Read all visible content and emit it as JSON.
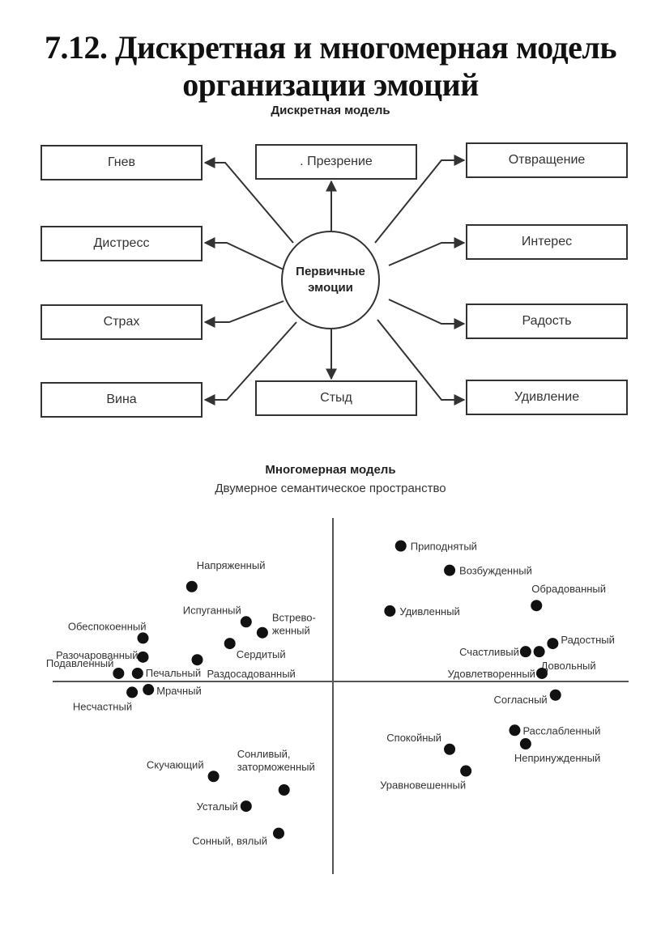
{
  "title": {
    "line1": "7.12. Дискретная и многомерная модель",
    "line2": "организации эмоций"
  },
  "discrete_model": {
    "heading": "Дискретная модель",
    "center": {
      "line1": "Первичные",
      "line2": "эмоции"
    },
    "emotions": {
      "anger": "Гнев",
      "contempt": ". Презрение",
      "disgust": "Отвращение",
      "distress": "Дистресс",
      "interest": "Интерес",
      "fear": "Страх",
      "joy": "Радость",
      "guilt": "Вина",
      "shame": "Стыд",
      "surprise": "Удивление"
    }
  },
  "multidimensional_model": {
    "heading": "Многомерная модель",
    "subheading": "Двумерное семантическое пространство"
  },
  "chart_data": {
    "type": "scatter",
    "title": "Многомерная модель",
    "subtitle": "Двумерное семантическое пространство",
    "xlabel": "",
    "ylabel": "",
    "xlim": [
      -10,
      10
    ],
    "ylim": [
      -7,
      5.5
    ],
    "grid": false,
    "axes": "crosshair at origin",
    "points": [
      {
        "label": "Приподнятый",
        "x": 2.5,
        "y": 5.0
      },
      {
        "label": "Возбужденный",
        "x": 4.3,
        "y": 4.1
      },
      {
        "label": "Напряженный",
        "x": -5.2,
        "y": 3.5
      },
      {
        "label": "Обрадованный",
        "x": 7.5,
        "y": 2.8
      },
      {
        "label": "Удивленный",
        "x": 2.1,
        "y": 2.6
      },
      {
        "label": "Испуганный",
        "x": -3.2,
        "y": 2.2
      },
      {
        "label": "Встревоженный",
        "x": -2.6,
        "y": 1.8
      },
      {
        "label": "Обеспокоенный",
        "x": -7.0,
        "y": 1.6
      },
      {
        "label": "Сердитый",
        "x": -3.8,
        "y": 1.4
      },
      {
        "label": "Радостный",
        "x": 8.1,
        "y": 1.4
      },
      {
        "label": "Счастливый",
        "x": 7.1,
        "y": 1.1
      },
      {
        "label": "Довольный",
        "x": 7.6,
        "y": 1.1
      },
      {
        "label": "Разочарованный",
        "x": -7.0,
        "y": 0.9
      },
      {
        "label": "Раздосадованный",
        "x": -5.0,
        "y": 0.8
      },
      {
        "label": "Подавленный",
        "x": -7.9,
        "y": 0.3
      },
      {
        "label": "Печальный",
        "x": -7.2,
        "y": 0.3
      },
      {
        "label": "Удовлетворенный",
        "x": 7.7,
        "y": 0.3
      },
      {
        "label": "Мрачный",
        "x": -6.8,
        "y": -0.3
      },
      {
        "label": "Несчастный",
        "x": -7.4,
        "y": -0.4
      },
      {
        "label": "Согласный",
        "x": 8.2,
        "y": -0.5
      },
      {
        "label": "Расслабленный",
        "x": 6.7,
        "y": -1.8
      },
      {
        "label": "Непринужденный",
        "x": 7.1,
        "y": -2.3
      },
      {
        "label": "Спокойный",
        "x": 4.3,
        "y": -2.5
      },
      {
        "label": "Скучающий",
        "x": -4.4,
        "y": -3.5
      },
      {
        "label": "Сонливый, заторможенный",
        "x": -1.8,
        "y": -4.0
      },
      {
        "label": "Уравновешенный",
        "x": 4.9,
        "y": -3.3
      },
      {
        "label": "Усталый",
        "x": -3.2,
        "y": -4.6
      },
      {
        "label": "Сонный, вялый",
        "x": -2.0,
        "y": -5.6
      }
    ]
  }
}
